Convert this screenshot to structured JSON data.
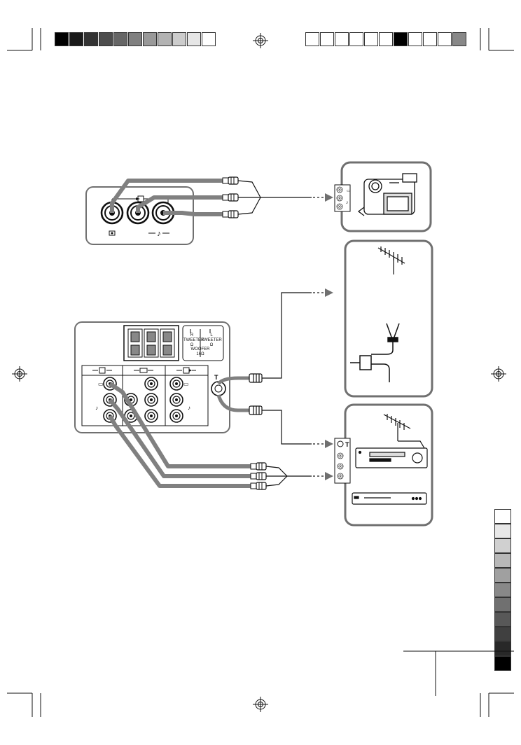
{
  "panel_labels": {
    "tweeter_r": "R\nTWEETER\nΩ",
    "tweeter_l": "L\nTWEETER\nΩ",
    "woofer": "WOOFER\n16Ω"
  },
  "colors": {
    "ink": "#111111",
    "cable_gray": "#808080",
    "box_border": "#707070",
    "calibration_bar": [
      "#000000",
      "#1a1a1a",
      "#333333",
      "#4d4d4d",
      "#666666",
      "#808080",
      "#999999",
      "#b3b3b3",
      "#cccccc",
      "#e6e6e6",
      "#ffffff"
    ],
    "registration_bar": [
      "#ffffff",
      "#ffffff",
      "#ffffff",
      "#ffffff",
      "#ffffff",
      "#ffffff",
      "#000000",
      "#ffffff",
      "#ffffff",
      "#ffffff",
      "#888888"
    ],
    "side_strip": [
      "#ffffff",
      "#e8e8e8",
      "#d0d0d0",
      "#b8b8b8",
      "#a0a0a0",
      "#888888",
      "#707070",
      "#585858",
      "#404040",
      "#282828",
      "#000000"
    ]
  },
  "icons": [
    "registration-mark-icon",
    "input-icon",
    "output-icon",
    "video-icon",
    "audio-icon",
    "antenna-icon",
    "camcorder-icon",
    "vcr-icon",
    "dvd-player-icon",
    "arrow-right-icon"
  ]
}
